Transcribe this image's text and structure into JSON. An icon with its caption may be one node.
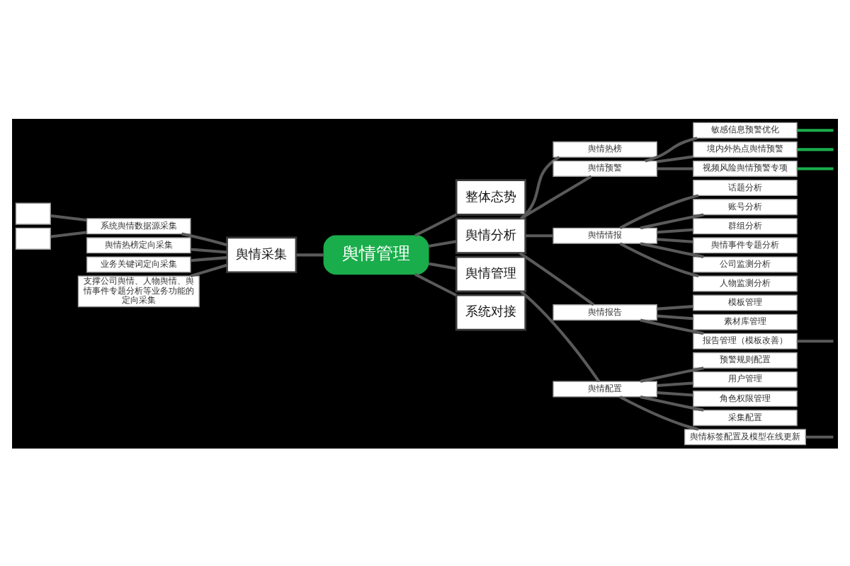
{
  "diagram": {
    "nodes": [
      {
        "text": [],
        "shape": "box"
      },
      {
        "text": [],
        "shape": "box"
      },
      {
        "text": [
          "系统舆情数据源采集"
        ]
      },
      {
        "text": [
          "舆情热榜定向采集"
        ]
      },
      {
        "text": [
          "业务关键词定向采集"
        ]
      },
      {
        "text": [
          "支撑公司舆情、人物舆情、舆情事件专题分析等业务功能的定向采集"
        ]
      },
      {
        "text": [
          "舆情采集"
        ]
      },
      {
        "text": [
          "舆情管理"
        ]
      },
      {
        "text": [
          "整体态势"
        ]
      },
      {
        "text": [
          "舆情分析"
        ]
      },
      {
        "text": [
          "舆情管理"
        ]
      },
      {
        "text": [
          "系统对接"
        ]
      },
      {
        "text": [
          "舆情热榜"
        ]
      },
      {
        "text": [
          "舆情预警"
        ]
      },
      {
        "text": [
          "舆情情报"
        ]
      },
      {
        "text": [
          "舆情报告"
        ]
      },
      {
        "text": [
          "舆情配置"
        ]
      },
      {
        "text": [
          "敏感信息预警优化"
        ]
      },
      {
        "text": [
          "境内外热点舆情预警"
        ]
      },
      {
        "text": [
          "视频风险舆情预警专项"
        ]
      },
      {
        "text": [
          "话题分析"
        ]
      },
      {
        "text": [
          "账号分析"
        ]
      },
      {
        "text": [
          "群组分析"
        ]
      },
      {
        "text": [
          "舆情事件专题分析"
        ]
      },
      {
        "text": [
          "公司监测分析"
        ]
      },
      {
        "text": [
          "人物监测分析"
        ]
      },
      {
        "text": [
          "模板管理"
        ]
      },
      {
        "text": [
          "素材库管理"
        ]
      },
      {
        "text": [
          "报告管理（模板改善）"
        ]
      },
      {
        "text": [
          "预警规则配置"
        ]
      },
      {
        "text": [
          "用户管理"
        ]
      },
      {
        "text": [
          "角色权限管理"
        ]
      },
      {
        "text": [
          "采集配置"
        ]
      },
      {
        "text": [
          "舆情标签配置及模型在线更新"
        ]
      }
    ],
    "edges": [
      {
        "from": 0,
        "to": 2,
        "arrow": "none"
      },
      {
        "from": 1,
        "to": 2,
        "arrow": "none"
      },
      {
        "from": 2,
        "to": 6,
        "arrow": "none"
      },
      {
        "from": 3,
        "to": 6,
        "arrow": "none"
      },
      {
        "from": 4,
        "to": 6,
        "arrow": "none"
      },
      {
        "from": 5,
        "to": 6,
        "arrow": "none"
      },
      {
        "from": 6,
        "to": 7,
        "arrow": "none"
      },
      {
        "from": 7,
        "to": 8,
        "arrow": "none"
      },
      {
        "from": 7,
        "to": 9,
        "arrow": "none"
      },
      {
        "from": 7,
        "to": 10,
        "arrow": "none"
      },
      {
        "from": 7,
        "to": 11,
        "arrow": "none"
      },
      {
        "from": 9,
        "to": 12,
        "arrow": "none"
      },
      {
        "from": 9,
        "to": 13,
        "arrow": "none"
      },
      {
        "from": 9,
        "to": 14,
        "arrow": "none"
      },
      {
        "from": 9,
        "to": 15,
        "arrow": "none"
      },
      {
        "from": 10,
        "to": 16,
        "arrow": "none"
      },
      {
        "from": 13,
        "to": 17,
        "arrow": "none"
      },
      {
        "from": 13,
        "to": 18,
        "arrow": "none"
      },
      {
        "from": 13,
        "to": 19,
        "arrow": "none"
      },
      {
        "from": 14,
        "to": 20,
        "arrow": "none"
      },
      {
        "from": 14,
        "to": 21,
        "arrow": "none"
      },
      {
        "from": 14,
        "to": 22,
        "arrow": "none"
      },
      {
        "from": 14,
        "to": 23,
        "arrow": "none"
      },
      {
        "from": 14,
        "to": 24,
        "arrow": "none"
      },
      {
        "from": 14,
        "to": 25,
        "arrow": "none"
      },
      {
        "from": 15,
        "to": 26,
        "arrow": "none"
      },
      {
        "from": 15,
        "to": 27,
        "arrow": "none"
      },
      {
        "from": 15,
        "to": 28,
        "arrow": "none"
      },
      {
        "from": 16,
        "to": 29,
        "arrow": "none"
      },
      {
        "from": 16,
        "to": 30,
        "arrow": "none"
      },
      {
        "from": 16,
        "to": 31,
        "arrow": "none"
      },
      {
        "from": 16,
        "to": 32,
        "arrow": "none"
      },
      {
        "from": 16,
        "to": 33,
        "arrow": "none"
      },
      {
        "from": 17,
        "to": null,
        "arrow": "none",
        "color": "#1aad4b"
      },
      {
        "from": 18,
        "to": null,
        "arrow": "none",
        "color": "#1aad4b"
      },
      {
        "from": 19,
        "to": null,
        "arrow": "none",
        "color": "#1aad4b"
      },
      {
        "from": 28,
        "to": null,
        "arrow": "none"
      },
      {
        "from": 33,
        "to": null,
        "arrow": "none"
      }
    ]
  }
}
